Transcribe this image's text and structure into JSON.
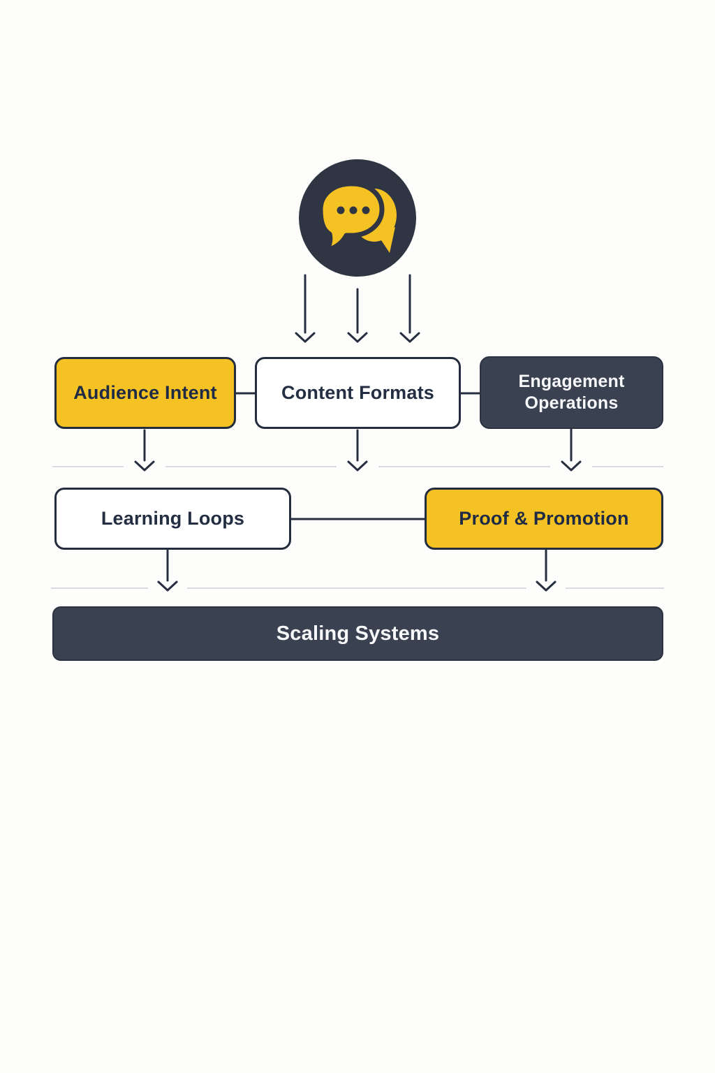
{
  "palette": {
    "background": "#FDFDFC",
    "accent_yellow": "#F5C224",
    "dark_slate": "#3A4150",
    "icon_circle": "#2F3542",
    "line_ink": "#262E3F",
    "divider_gray": "#D8DCE2",
    "text_dark": "#1F2B45",
    "text_light": "#F7F8FA"
  },
  "icon": {
    "name": "chat-bubbles-icon",
    "description": "dark circle with yellow speech bubbles and three dots"
  },
  "nodes": [
    {
      "id": "audience-intent",
      "label": "Audience Intent",
      "style": "yellow"
    },
    {
      "id": "content-formats",
      "label": "Content Formats",
      "style": "white"
    },
    {
      "id": "engagement-operations",
      "label": "Engagement Operations",
      "style": "dark"
    },
    {
      "id": "learning-loops",
      "label": "Learning Loops",
      "style": "white"
    },
    {
      "id": "proof-promotion",
      "label": "Proof & Promotion",
      "style": "yellow"
    },
    {
      "id": "scaling-systems",
      "label": "Scaling Systems",
      "style": "dark"
    }
  ],
  "connections": [
    {
      "from": "chat-bubbles-icon",
      "to": "audience-intent",
      "type": "arrow"
    },
    {
      "from": "chat-bubbles-icon",
      "to": "content-formats",
      "type": "arrow"
    },
    {
      "from": "chat-bubbles-icon",
      "to": "engagement-operations",
      "type": "arrow"
    },
    {
      "from": "audience-intent",
      "to": "content-formats",
      "type": "line"
    },
    {
      "from": "content-formats",
      "to": "engagement-operations",
      "type": "line"
    },
    {
      "from": "audience-intent",
      "to": "row-2",
      "type": "arrow"
    },
    {
      "from": "content-formats",
      "to": "row-2",
      "type": "arrow"
    },
    {
      "from": "engagement-operations",
      "to": "row-2",
      "type": "arrow"
    },
    {
      "from": "learning-loops",
      "to": "proof-promotion",
      "type": "line"
    },
    {
      "from": "learning-loops",
      "to": "scaling-systems",
      "type": "arrow"
    },
    {
      "from": "proof-promotion",
      "to": "scaling-systems",
      "type": "arrow"
    }
  ]
}
